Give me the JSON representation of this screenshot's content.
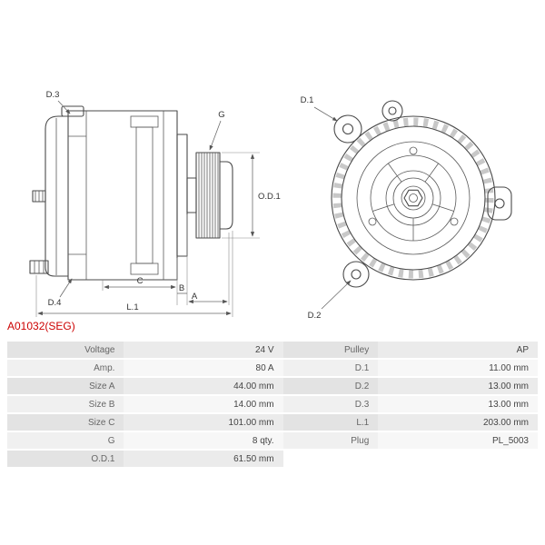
{
  "part_number": "A01032(SEG)",
  "colors": {
    "part_number_red": "#cc0000",
    "row_dark": "#e3e3e3",
    "row_light": "#f0f0f0",
    "line_color": "#4a4a4a"
  },
  "diagram": {
    "labels": {
      "d3": "D.3",
      "d4": "D.4",
      "g": "G",
      "od1": "O.D.1",
      "c": "C",
      "b": "B",
      "a": "A",
      "l1": "L.1",
      "d1": "D.1",
      "d2": "D.2"
    }
  },
  "spec_table": {
    "rows": [
      {
        "label_left": "Voltage",
        "value_left": "24 V",
        "label_right": "Pulley",
        "value_right": "AP"
      },
      {
        "label_left": "Amp.",
        "value_left": "80 A",
        "label_right": "D.1",
        "value_right": "11.00 mm"
      },
      {
        "label_left": "Size A",
        "value_left": "44.00 mm",
        "label_right": "D.2",
        "value_right": "13.00 mm"
      },
      {
        "label_left": "Size B",
        "value_left": "14.00 mm",
        "label_right": "D.3",
        "value_right": "13.00 mm"
      },
      {
        "label_left": "Size C",
        "value_left": "101.00 mm",
        "label_right": "L.1",
        "value_right": "203.00 mm"
      },
      {
        "label_left": "G",
        "value_left": "8 qty.",
        "label_right": "Plug",
        "value_right": "PL_5003"
      },
      {
        "label_left": "O.D.1",
        "value_left": "61.50 mm",
        "label_right": "",
        "value_right": ""
      }
    ]
  }
}
